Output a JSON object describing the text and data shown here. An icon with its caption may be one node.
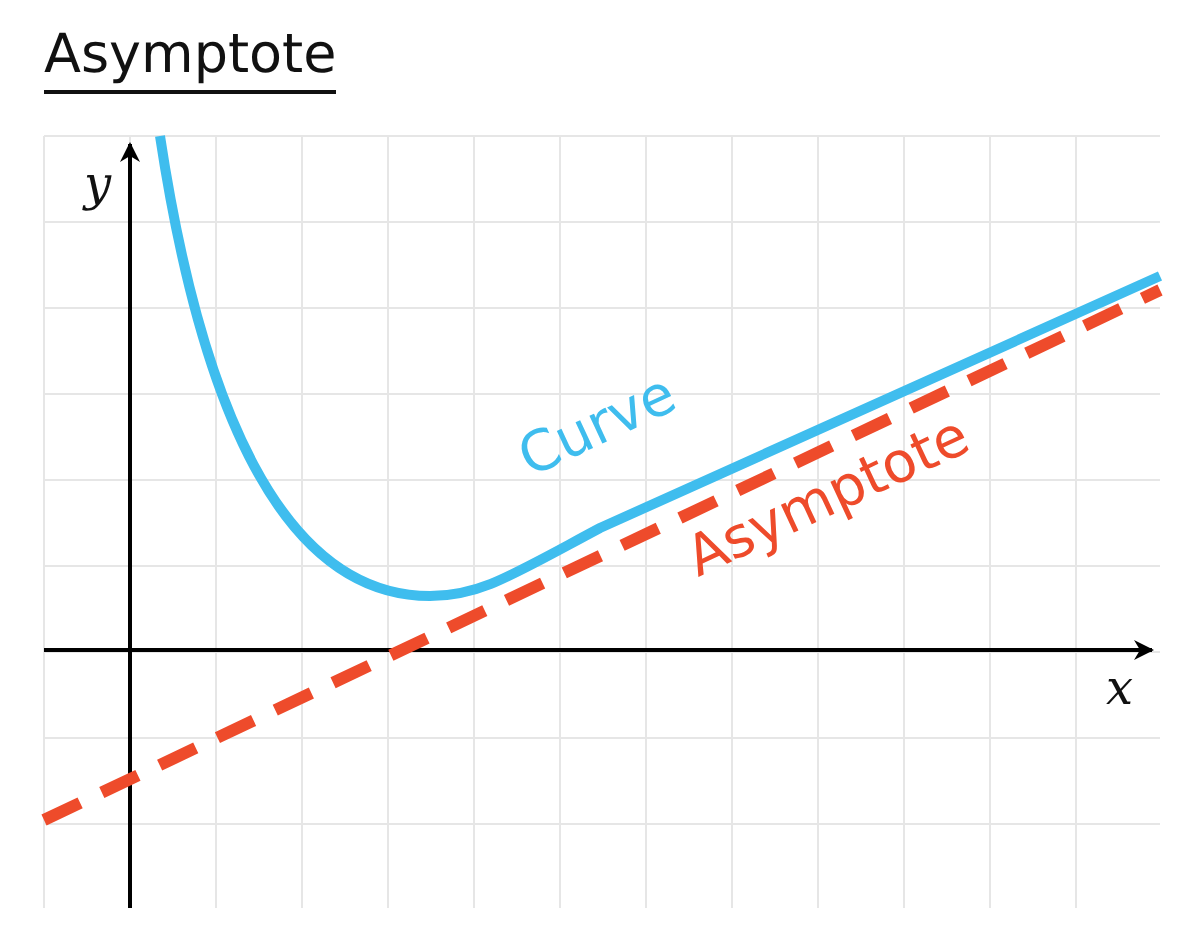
{
  "diagram": {
    "title": "Asymptote",
    "labels": [
      "y",
      "Curve",
      "Asymptote",
      "x"
    ]
  }
}
